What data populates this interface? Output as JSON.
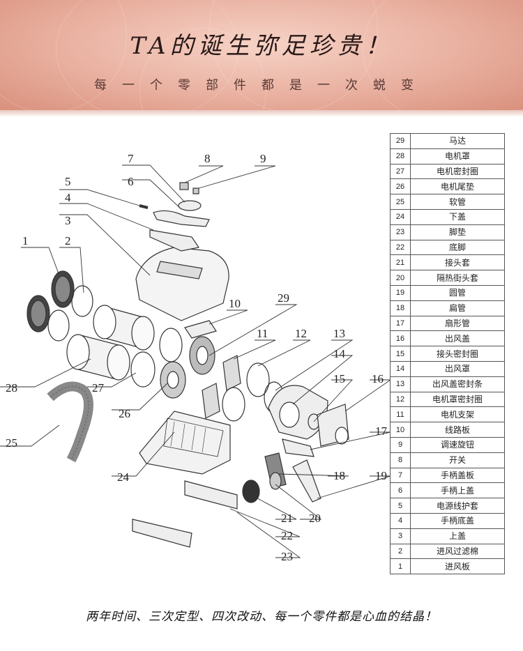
{
  "header": {
    "title": "TA的诞生弥足珍贵！",
    "subtitle": "每一个零部件都是一次蜕变"
  },
  "parts_table": [
    {
      "num": "29",
      "name": "马达"
    },
    {
      "num": "28",
      "name": "电机罩"
    },
    {
      "num": "27",
      "name": "电机密封圈"
    },
    {
      "num": "26",
      "name": "电机尾垫"
    },
    {
      "num": "25",
      "name": "软管"
    },
    {
      "num": "24",
      "name": "下盖"
    },
    {
      "num": "23",
      "name": "脚垫"
    },
    {
      "num": "22",
      "name": "底脚"
    },
    {
      "num": "21",
      "name": "接头套"
    },
    {
      "num": "20",
      "name": "隔热街头套"
    },
    {
      "num": "19",
      "name": "圆管"
    },
    {
      "num": "18",
      "name": "扁管"
    },
    {
      "num": "17",
      "name": "扇形管"
    },
    {
      "num": "16",
      "name": "出风盖"
    },
    {
      "num": "15",
      "name": "接头密封圈"
    },
    {
      "num": "14",
      "name": "出风罩"
    },
    {
      "num": "13",
      "name": "出风盖密封条"
    },
    {
      "num": "12",
      "name": "电机罩密封圈"
    },
    {
      "num": "11",
      "name": "电机支架"
    },
    {
      "num": "10",
      "name": "线路板"
    },
    {
      "num": "9",
      "name": "调速旋钮"
    },
    {
      "num": "8",
      "name": "开关"
    },
    {
      "num": "7",
      "name": "手柄盖板"
    },
    {
      "num": "6",
      "name": "手柄上盖"
    },
    {
      "num": "5",
      "name": "电源线护套"
    },
    {
      "num": "4",
      "name": "手柄底盖"
    },
    {
      "num": "3",
      "name": "上盖"
    },
    {
      "num": "2",
      "name": "进风过滤棉"
    },
    {
      "num": "1",
      "name": "进风板"
    }
  ],
  "callouts": {
    "c1": "1",
    "c2": "2",
    "c3": "3",
    "c4": "4",
    "c5": "5",
    "c6": "6",
    "c7": "7",
    "c8": "8",
    "c9": "9",
    "c10": "10",
    "c11": "11",
    "c12": "12",
    "c13": "13",
    "c14": "14",
    "c15": "15",
    "c16": "16",
    "c17": "17",
    "c18": "18",
    "c19": "19",
    "c20": "20",
    "c21": "21",
    "c22": "22",
    "c23": "23",
    "c24": "24",
    "c25": "25",
    "c26": "26",
    "c27": "27",
    "c28": "28",
    "c29": "29"
  },
  "footer": {
    "text": "两年时间、三次定型、四次改动、每一个零件都是心血的结晶！"
  }
}
